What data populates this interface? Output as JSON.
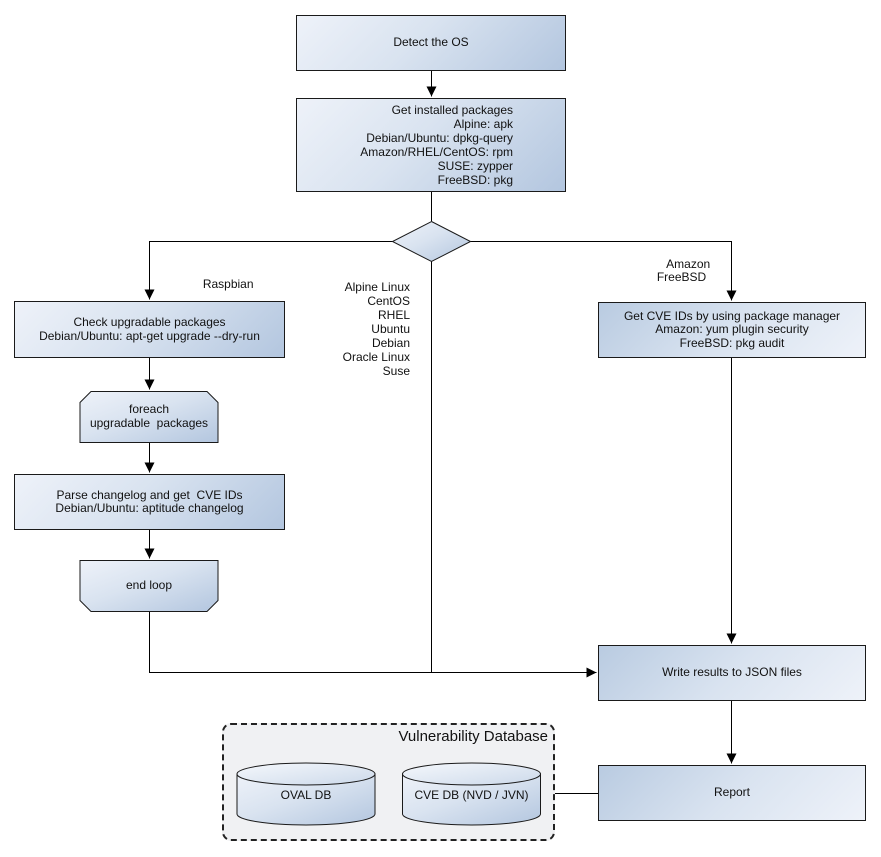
{
  "colors": {
    "node_fill_light": "#eef2f9",
    "node_fill_dark": "#b3c6df",
    "node_border": "#1a1a1a",
    "connector": "#000000",
    "db_panel_fill": "#f0f1f3",
    "text": "#111111"
  },
  "nodes": {
    "detect_os": {
      "label": "Detect the OS"
    },
    "get_installed_packages": {
      "label": "Get installed packages\nAlpine: apk\nDebian/Ubuntu: dpkg-query\nAmazon/RHEL/CentOS: rpm\nSUSE: zypper\nFreeBSD: pkg"
    },
    "check_upgradable": {
      "label": "Check upgradable packages\nDebian/Ubuntu: apt-get upgrade --dry-run"
    },
    "foreach_loop": {
      "label": "foreach\nupgradable  packages"
    },
    "parse_changelog": {
      "label": "Parse changelog and get  CVE IDs\nDebian/Ubuntu: aptitude changelog"
    },
    "end_loop": {
      "label": "end loop"
    },
    "get_cve_ids": {
      "label": "Get CVE IDs by using package manager\nAmazon: yum plugin security\nFreeBSD: pkg audit"
    },
    "write_results": {
      "label": "Write results to JSON files"
    },
    "report": {
      "label": "Report"
    }
  },
  "edge_labels": {
    "raspbian": "Raspbian",
    "amazon_freebsd": "Amazon\nFreeBSD",
    "os_list": "Alpine Linux\nCentOS\nRHEL\nUbuntu\nDebian\nOracle Linux\nSuse"
  },
  "database": {
    "title": "Vulnerability Database",
    "oval_db": "OVAL DB",
    "cve_db": "CVE DB (NVD / JVN)"
  }
}
